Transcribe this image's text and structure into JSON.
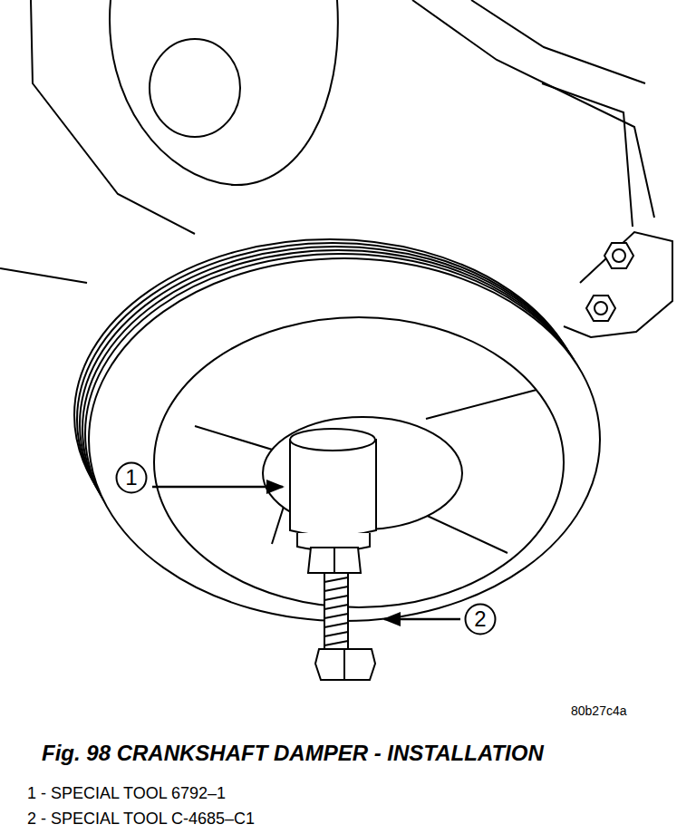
{
  "diagram": {
    "caption": "Fig. 98 CRANKSHAFT DAMPER - INSTALLATION",
    "nodes": [
      {
        "text": [
          "1"
        ]
      },
      {
        "text": [
          "2"
        ]
      }
    ],
    "labels": [
      "80b27c4a",
      "1 - SPECIAL TOOL 6792–1",
      "2 - SPECIAL TOOL C-4685–C1"
    ]
  }
}
